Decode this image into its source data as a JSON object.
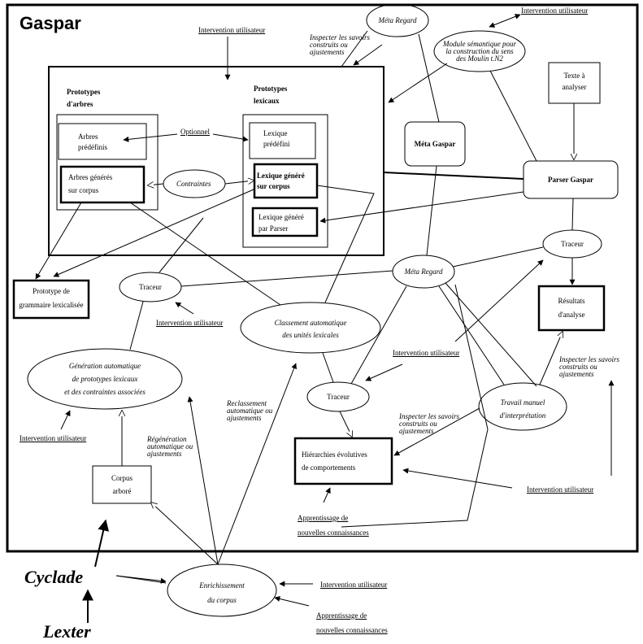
{
  "title": "Gaspar",
  "labels": {
    "intervention_top_center": "Intervention utilisateur",
    "intervention_top_right": "Intervention utilisateur",
    "meta_regard_top": "Méta Regard",
    "inspecter_top": "Inspecter les savoirs\nconstruits ou\najustements",
    "module_semantique": "Module sémantique pour\nla construction du sens\ndes Moulin t.N2",
    "texte_a_analyser": "Texte à\nanalyser",
    "prototypes_arbres": "Prototypes\nd'arbres",
    "prototypes_lexicaux": "Prototypes\nlexicaux",
    "arbres_predefinis": "Arbres\nprédéfinis",
    "optionnel": "Optionnel",
    "lexique_predefini": "Lexique\nprédéfini",
    "meta_gaspar": "Méta Gaspar",
    "arbres_generes": "Arbres générés\nsur corpus",
    "contraintes": "Contraintes",
    "lexique_genere_corpus": "Lexique généré\nsur corpus",
    "parser_gaspar": "Parser Gaspar",
    "lexique_genere_parser": "Lexique généré\npar Parser",
    "traceur_right": "Traceur",
    "prototype_grammaire": "Prototype de\ngrammaire lexicalisée",
    "traceur_left": "Traceur",
    "meta_regard_mid": "Méta Regard",
    "resultats": "Résultats\nd'analyse",
    "intervention_left_mid": "Intervention utilisateur",
    "classement": "Classement automatique\ndes unités lexicales",
    "intervention_center": "Intervention utilisateur",
    "generation": "Génération automatique\nde prototypes lexicaux\net des contraintes associées",
    "inspecter_right": "Inspecter les savoirs\nconstruits ou\najustements",
    "reclassement": "Reclassement\nautomatique ou\najustements",
    "traceur_center": "Traceur",
    "travail_manuel": "Travail manuel\nd'interprétation",
    "inspecter_center": "Inspecter les savoirs\nconstruits ou\najustements",
    "intervention_left_low": "Intervention utilisateur",
    "regeneration": "Régénération\nautomatique ou\najustements",
    "hierarchies": "Hiérarchies évolutives\nde comportements",
    "corpus_arbore": "Corpus\narboré",
    "intervention_right_low": "Intervention utilisateur",
    "apprentissage_inner": "Apprentissage de\nnouvelles connaissances",
    "cyclade": "Cyclade",
    "enrichissement": "Enrichissement\ndu corpus",
    "intervention_bottom": "Intervention utilisateur",
    "apprentissage_bottom": "Apprentissage de\nnouvelles connaissances",
    "lexter": "Lexter"
  }
}
